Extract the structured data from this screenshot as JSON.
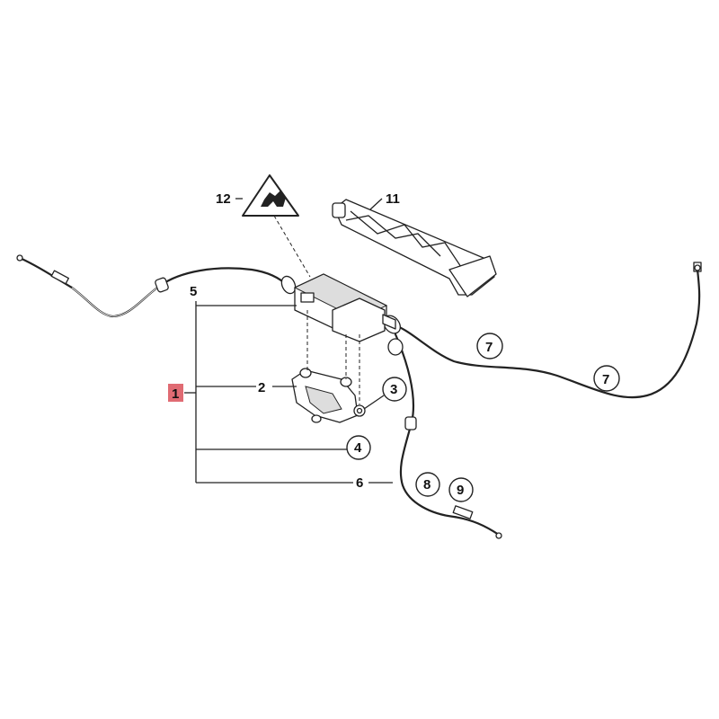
{
  "labels": {
    "main": "1",
    "bracket": "2",
    "nut_a": "3",
    "nut_b": "4",
    "cable_left": "5",
    "cable_lower": "6",
    "cable_right_a": "7",
    "cable_right_b": "7",
    "clip_a": "8",
    "clip_b": "9",
    "handle": "11",
    "warning": "12"
  },
  "colors": {
    "highlight": "#e06b73",
    "ink": "#222222"
  },
  "icons": {
    "warning": "warning-triangle-icon"
  }
}
